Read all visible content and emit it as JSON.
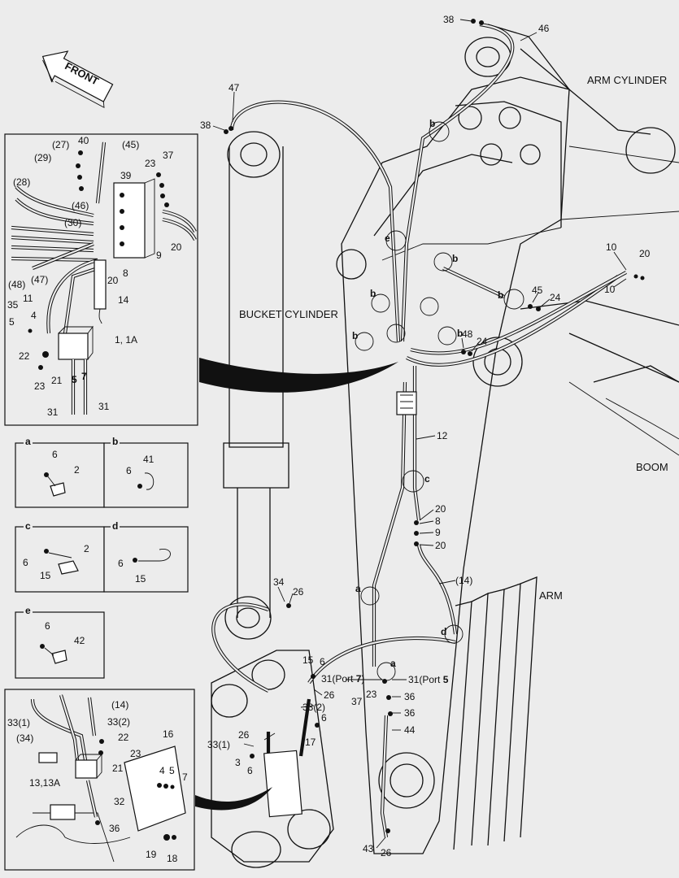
{
  "titles": {
    "front": "FRONT",
    "arm_cylinder": "ARM CYLINDER",
    "bucket_cylinder": "BUCKET CYLINDER",
    "boom": "BOOM",
    "arm": "ARM"
  },
  "callouts": {
    "n38a": "38",
    "n46": "46",
    "n47": "47",
    "n38b": "38",
    "n10a": "10",
    "n10b": "10",
    "n20a": "20",
    "n45": "45",
    "n24a": "24",
    "n48": "48",
    "n24b": "24",
    "n12": "12",
    "n20b": "20",
    "n8": "8",
    "n9": "9",
    "n20c": "20",
    "n14": "(14)",
    "n34": "34",
    "n26a": "26",
    "n15": "15",
    "n6a": "6",
    "n31p7": "31(Port ",
    "p7": "7",
    "pc7": ")",
    "n31p5": "31(Port ",
    "p5": "5",
    "n23": "23",
    "n36a": "36",
    "n37": "37",
    "n36b": "36",
    "n44": "44",
    "n26b": "26",
    "n33_2": "33(2)",
    "n6b": "6",
    "n17": "17",
    "n26c": "26",
    "n33_1": "33(1)",
    "n3": "3",
    "n6c": "6",
    "n43": "43",
    "n26d": "26"
  },
  "markers": {
    "e": "e",
    "b1": "b",
    "b2": "b",
    "b3": "b",
    "b4": "b",
    "b5": "b",
    "b6": "b",
    "c": "c",
    "a1": "a",
    "d": "d",
    "a2": "a"
  },
  "inset1": {
    "n27": "(27)",
    "n40": "40",
    "n45": "(45)",
    "n29": "(29)",
    "n23": "23",
    "n37": "37",
    "n28": "(28)",
    "n39": "39",
    "n46": "(46)",
    "n30": "(30)",
    "n8": "8",
    "n20a": "20",
    "n9": "9",
    "n47": "(47)",
    "n48": "(48)",
    "n20b": "20",
    "n14": "14",
    "n11": "11",
    "n35": "35",
    "n4": "4",
    "n5": "5",
    "n1": "1, 1A",
    "n22": "22",
    "n21": "21",
    "n23b": "23",
    "n5b": "5",
    "n7": "7",
    "n31a": "31",
    "n31b": "31"
  },
  "detail_a": {
    "letter": "a",
    "n6": "6",
    "n2": "2"
  },
  "detail_b": {
    "letter": "b",
    "n6": "6",
    "n41": "41"
  },
  "detail_c": {
    "letter": "c",
    "n6": "6",
    "n2": "2",
    "n15": "15"
  },
  "detail_d": {
    "letter": "d",
    "n6": "6",
    "n15": "15"
  },
  "detail_e": {
    "letter": "e",
    "n6": "6",
    "n42": "42"
  },
  "inset2": {
    "n14": "(14)",
    "n33_1": "33(1)",
    "n33_2": "33(2)",
    "n34": "(34)",
    "n16": "16",
    "n22": "22",
    "n23": "23",
    "n21": "21",
    "n4": "4",
    "n5": "5",
    "n7": "7",
    "n13": "13,13A",
    "n32": "32",
    "n36": "36",
    "n19": "19",
    "n18": "18"
  }
}
